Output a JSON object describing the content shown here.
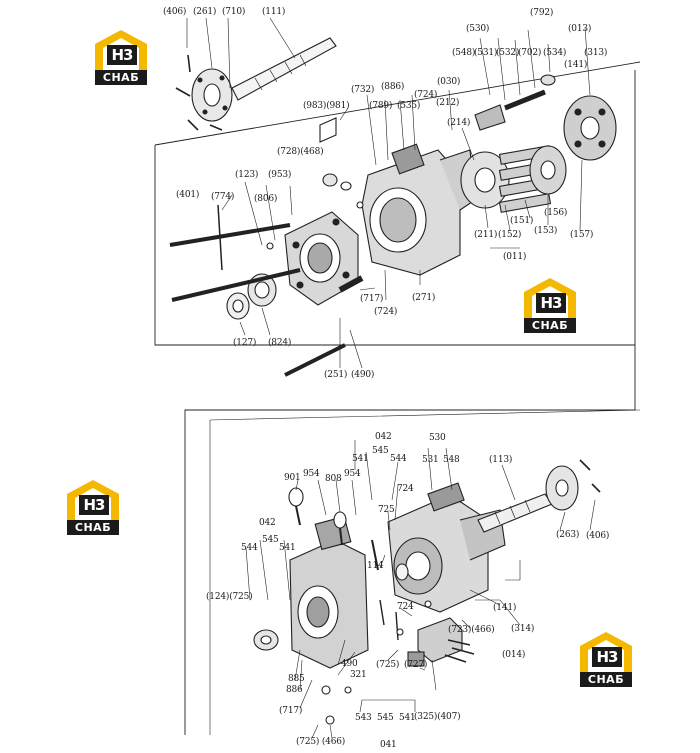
{
  "logo": {
    "mark": "H3",
    "text": "СНАБ",
    "color": "#f5b800"
  },
  "top_labels": {
    "l406": "(406)",
    "l261": "(261)",
    "l710": "(710)",
    "l111": "(111)",
    "l530": "(530)",
    "l548": "(548)",
    "l531": "(531)",
    "l532": "(532)",
    "l702": "(702)",
    "l792": "(792)",
    "l534": "(534)",
    "l013": "(013)",
    "l141": "(141)",
    "l313": "(313)",
    "l983_981": "(983)(981)",
    "l732": "(732)",
    "l789": "(789)",
    "l886": "(886)",
    "l535": "(535)",
    "l030": "(030)",
    "l724": "(724)",
    "l212": "(212)",
    "l214": "(214)",
    "l728_468": "(728)(468)",
    "l123": "(123)",
    "l953": "(953)",
    "l401": "(401)",
    "l774": "(774)",
    "l806": "(806)",
    "l211": "(211)",
    "l152": "(152)",
    "l151": "(151)",
    "l153": "(153)",
    "l156": "(156)",
    "l157": "(157)",
    "l011": "(011)",
    "l271": "(271)",
    "l717": "(717)",
    "l724b": "(724)",
    "l127": "(127)",
    "l824": "(824)",
    "l251": "(251)",
    "l490": "(490)"
  },
  "bottom_labels": {
    "l042a": "042",
    "l545a": "545",
    "l541a": "541",
    "l544a": "544",
    "l530": "530",
    "l531": "531",
    "l548": "548",
    "l113": "(113)",
    "l901": "901",
    "l954a": "954",
    "l808": "808",
    "l954b": "954",
    "l724": "724",
    "l725": "725",
    "l042b": "042",
    "l545b": "545",
    "l544b": "544",
    "l541b": "541",
    "l114": "114",
    "l263": "(263)",
    "l406": "(406)",
    "l124_725": "(124)(725)",
    "l724b": "724",
    "l141": "(141)",
    "l723_466": "(723)(466)",
    "l314": "(314)",
    "l014": "(014)",
    "l490": "490",
    "l321": "321",
    "l725b": "(725)",
    "l727": "(727)",
    "l885": "885",
    "l886": "886",
    "l717": "(717)",
    "l543": "543",
    "l545c": "545",
    "l541c": "541",
    "l325_407": "(325)(407)",
    "l725_466": "(725)  (466)",
    "l041": "041"
  }
}
